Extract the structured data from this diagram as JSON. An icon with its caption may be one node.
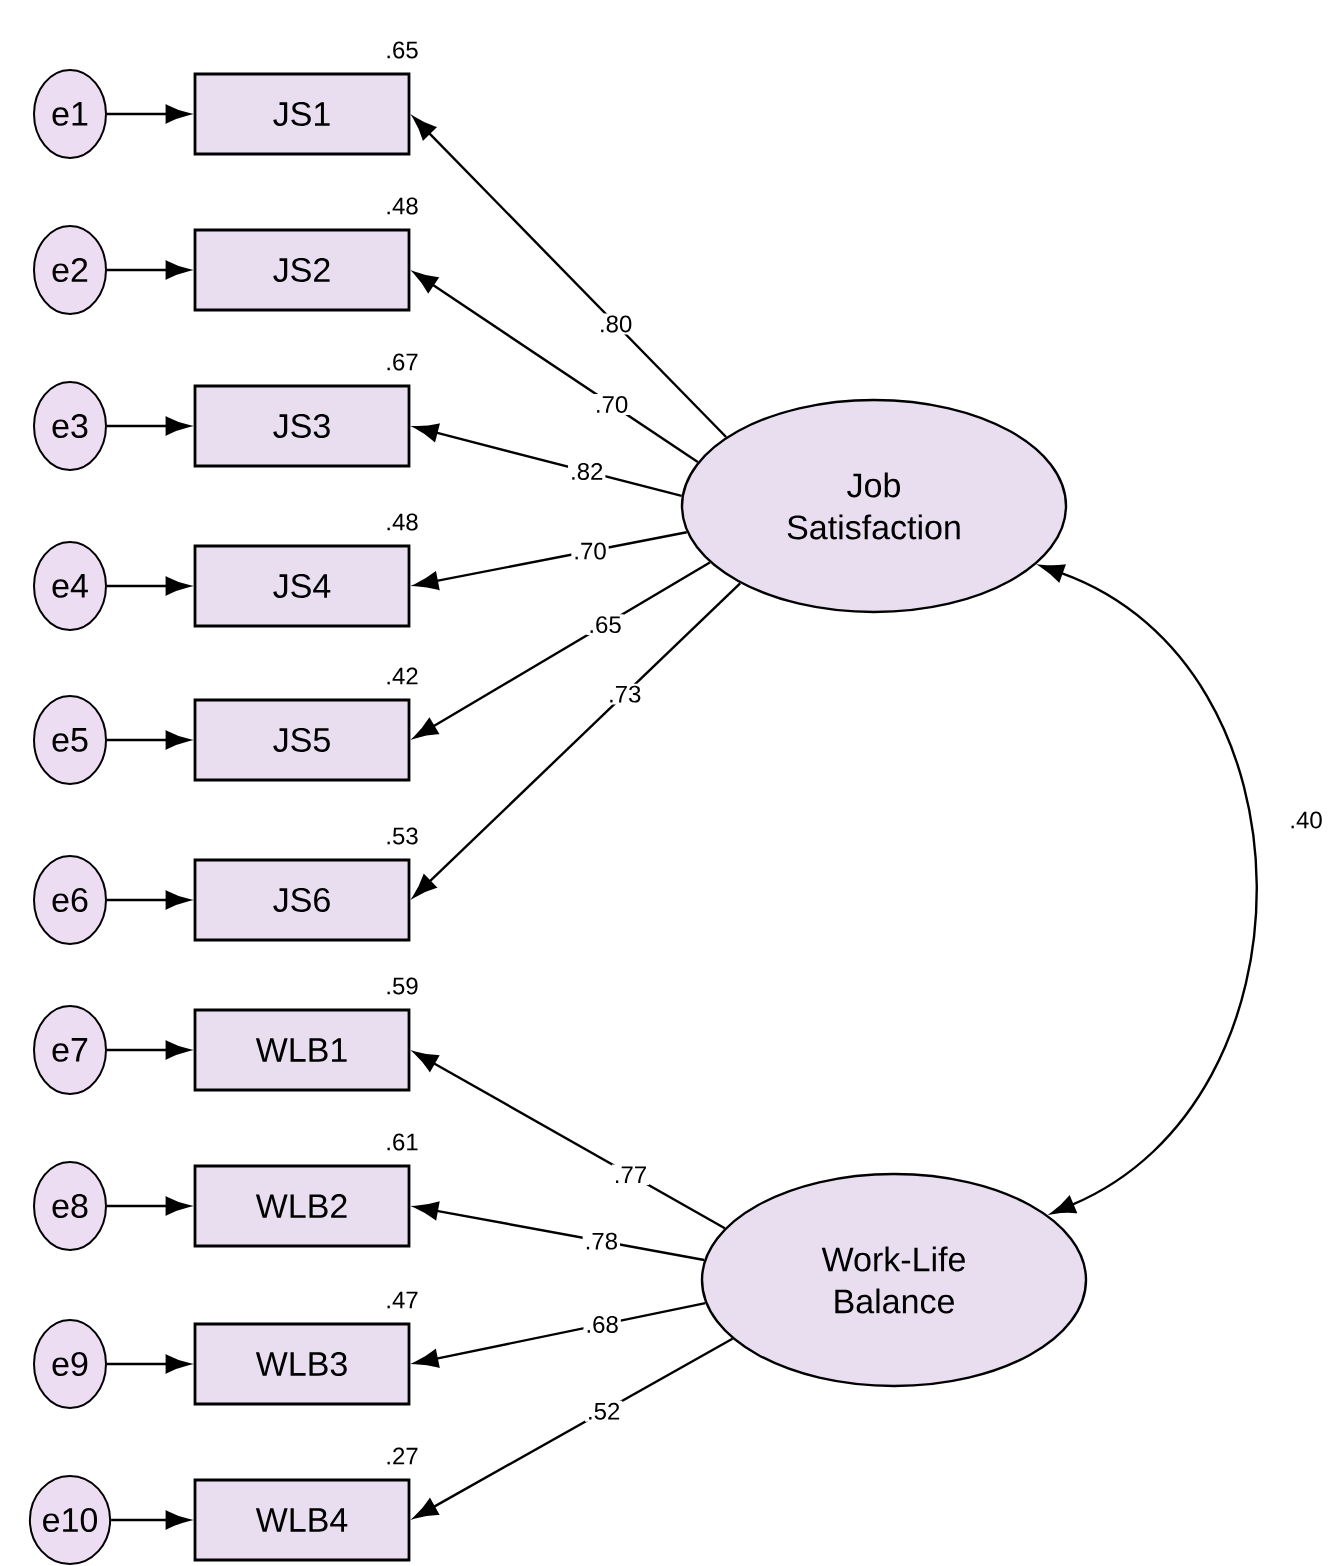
{
  "diagram": {
    "nodes": [
      {
        "text": [
          "e1"
        ]
      },
      {
        "text": [
          "JS1"
        ],
        "beside": [
          ".65"
        ]
      },
      {
        "text": [
          "e2"
        ]
      },
      {
        "text": [
          "JS2"
        ],
        "beside": [
          ".48"
        ]
      },
      {
        "text": [
          "e3"
        ]
      },
      {
        "text": [
          "JS3"
        ],
        "beside": [
          ".67"
        ]
      },
      {
        "text": [
          "e4"
        ]
      },
      {
        "text": [
          "JS4"
        ],
        "beside": [
          ".48"
        ]
      },
      {
        "text": [
          "e5"
        ]
      },
      {
        "text": [
          "JS5"
        ],
        "beside": [
          ".42"
        ]
      },
      {
        "text": [
          "e6"
        ]
      },
      {
        "text": [
          "JS6"
        ],
        "beside": [
          ".53"
        ]
      },
      {
        "text": [
          "e7"
        ]
      },
      {
        "text": [
          "WLB1"
        ],
        "beside": [
          ".59"
        ]
      },
      {
        "text": [
          "e8"
        ]
      },
      {
        "text": [
          "WLB2"
        ],
        "beside": [
          ".61"
        ]
      },
      {
        "text": [
          "e9"
        ]
      },
      {
        "text": [
          "WLB3"
        ],
        "beside": [
          ".47"
        ]
      },
      {
        "text": [
          "e10"
        ]
      },
      {
        "text": [
          "WLB4"
        ],
        "beside": [
          ".27"
        ]
      },
      {
        "text": [
          "Job Satisfaction"
        ]
      },
      {
        "text": [
          "Work-Life Balance"
        ]
      }
    ],
    "edges": [
      {
        "from": 0,
        "to": 1,
        "arrow": "to"
      },
      {
        "from": 2,
        "to": 3,
        "arrow": "to"
      },
      {
        "from": 4,
        "to": 5,
        "arrow": "to"
      },
      {
        "from": 6,
        "to": 7,
        "arrow": "to"
      },
      {
        "from": 8,
        "to": 9,
        "arrow": "to"
      },
      {
        "from": 10,
        "to": 11,
        "arrow": "to"
      },
      {
        "from": 12,
        "to": 13,
        "arrow": "to"
      },
      {
        "from": 14,
        "to": 15,
        "arrow": "to"
      },
      {
        "from": 16,
        "to": 17,
        "arrow": "to"
      },
      {
        "from": 18,
        "to": 19,
        "arrow": "to"
      },
      {
        "from": 20,
        "to": 1,
        "arrow": "to",
        "label": ".80"
      },
      {
        "from": 20,
        "to": 3,
        "arrow": "to",
        "label": ".70"
      },
      {
        "from": 20,
        "to": 5,
        "arrow": "to",
        "label": ".82"
      },
      {
        "from": 20,
        "to": 7,
        "arrow": "to",
        "label": ".70"
      },
      {
        "from": 20,
        "to": 9,
        "arrow": "to",
        "label": ".65"
      },
      {
        "from": 20,
        "to": 11,
        "arrow": "to",
        "label": ".73"
      },
      {
        "from": 21,
        "to": 13,
        "arrow": "to",
        "label": ".77"
      },
      {
        "from": 21,
        "to": 15,
        "arrow": "to",
        "label": ".78"
      },
      {
        "from": 21,
        "to": 17,
        "arrow": "to",
        "label": ".68"
      },
      {
        "from": 21,
        "to": 19,
        "arrow": "to",
        "label": ".52"
      },
      {
        "from": 20,
        "to": 21,
        "arrow": "both",
        "label": ".40"
      }
    ]
  }
}
